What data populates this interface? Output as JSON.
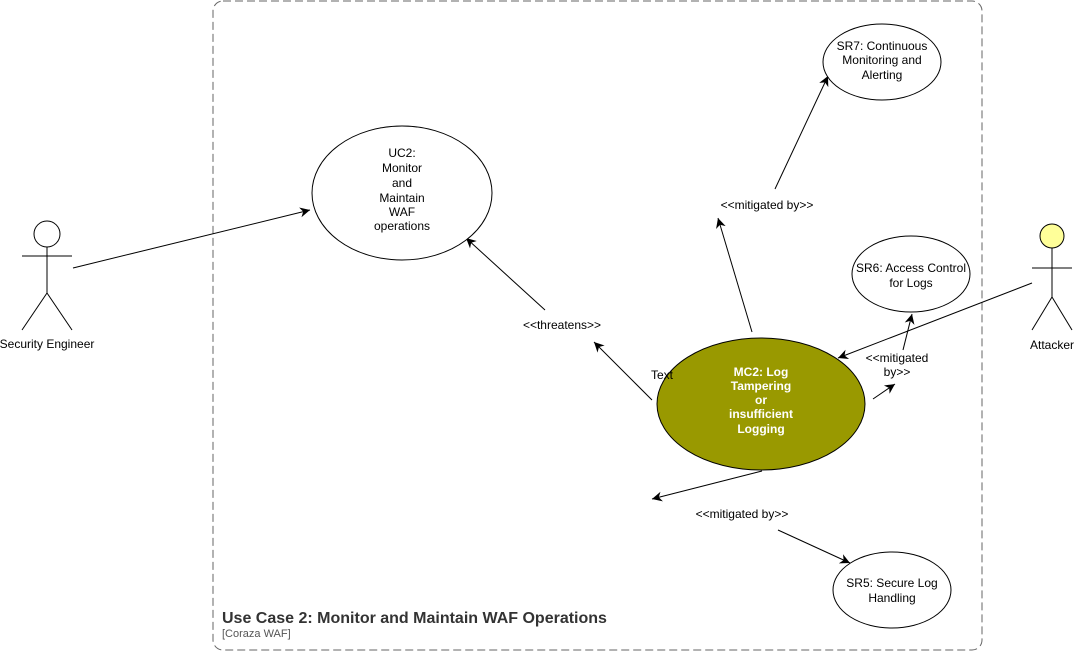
{
  "boundary": {
    "title": "Use Case 2: Monitor and Maintain WAF Operations",
    "subtitle": "[Coraza WAF]"
  },
  "actors": {
    "engineer": {
      "label": "Security Engineer"
    },
    "attacker": {
      "label": "Attacker"
    }
  },
  "use_cases": {
    "uc2": {
      "lines": [
        "UC2:",
        "Monitor",
        "and",
        "Maintain",
        "WAF",
        "operations"
      ]
    },
    "mc2": {
      "lines": [
        "MC2: Log",
        "Tampering",
        "or",
        "insufficient",
        "Logging"
      ]
    },
    "sr5": {
      "lines": [
        "SR5: Secure Log",
        "Handling"
      ]
    },
    "sr6": {
      "lines": [
        "SR6: Access Control",
        "for Logs"
      ]
    },
    "sr7": {
      "lines": [
        "SR7: Continuous",
        "Monitoring and",
        "Alerting"
      ]
    }
  },
  "relations": {
    "threatens": "<<threatens>>",
    "mitigated_sr7": "<<mitigated by>>",
    "mitigated_sr6": [
      "<<mitigated",
      "by>>"
    ],
    "mitigated_sr5": "<<mitigated by>>",
    "stray_text": "Text"
  },
  "colors": {
    "mc2_fill": "#999900",
    "attacker_head": "#ffff99",
    "boundary_stroke": "#666666"
  }
}
